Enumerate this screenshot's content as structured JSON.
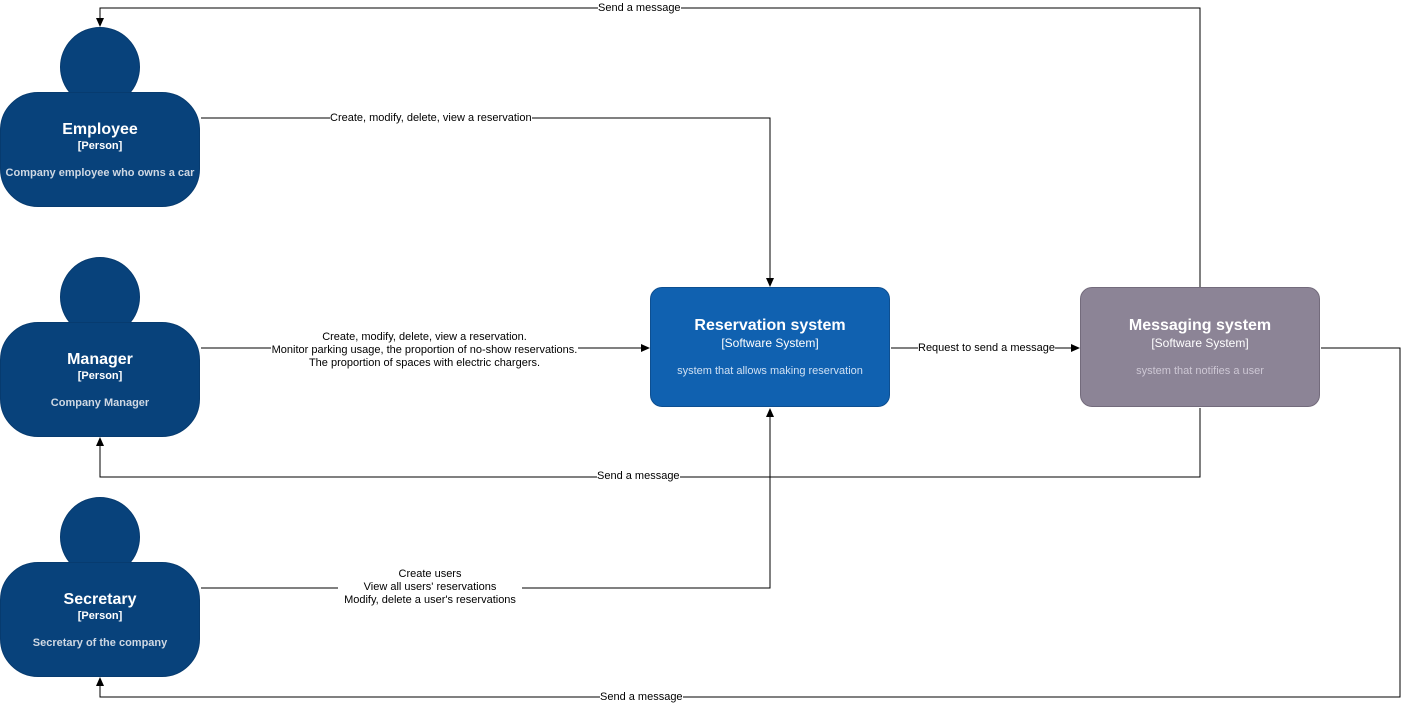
{
  "colors": {
    "person": "#08427b",
    "reservation_system": "#1061b0",
    "messaging_system": "#8c8496",
    "edge": "#000000"
  },
  "persons": {
    "employee": {
      "title": "Employee",
      "type": "[Person]",
      "description": "Company employee who owns a car"
    },
    "manager": {
      "title": "Manager",
      "type": "[Person]",
      "description": "Company Manager"
    },
    "secretary": {
      "title": "Secretary",
      "type": "[Person]",
      "description": "Secretary of the company"
    }
  },
  "systems": {
    "reservation": {
      "title": "Reservation system",
      "type": "[Software System]",
      "description": "system that allows making reservation"
    },
    "messaging": {
      "title": "Messaging system",
      "type": "[Software System]",
      "description": "system that notifies a user"
    }
  },
  "edges": {
    "employee_to_reservation": "Create, modify, delete, view a reservation",
    "manager_to_reservation": [
      "Create, modify, delete, view a reservation.",
      "Monitor parking usage, the proportion of no-show reservations.",
      "The proportion of spaces with electric chargers."
    ],
    "secretary_to_reservation": [
      "Create users",
      "View all users' reservations",
      "Modify, delete a user's reservations"
    ],
    "reservation_to_messaging": "Request to send a message",
    "messaging_to_employee": "Send a message",
    "messaging_to_manager": "Send a message",
    "messaging_to_secretary": "Send a message"
  }
}
